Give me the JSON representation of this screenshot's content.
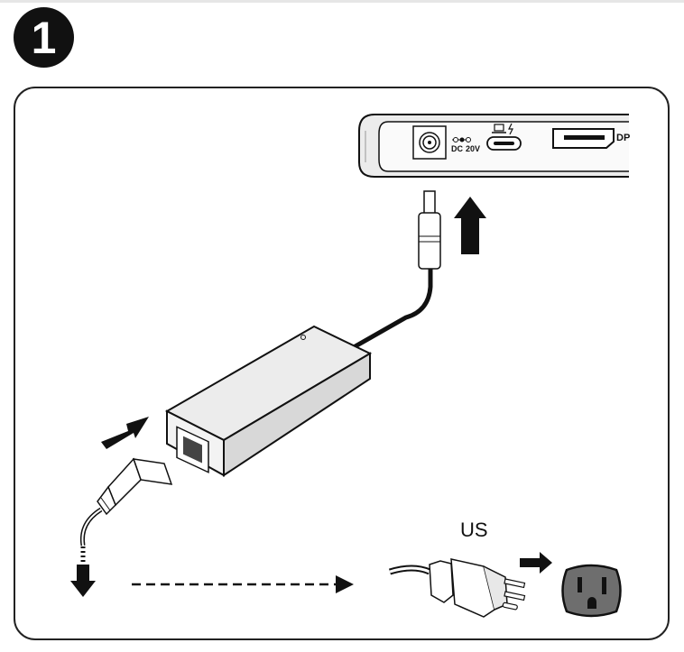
{
  "step": {
    "number": "1"
  },
  "dock_ports": {
    "dc_label": "DC",
    "voltage_label": "20V",
    "displayport_label": "DP"
  },
  "region": {
    "label": "US"
  },
  "icons": [
    "dc-power-port-icon",
    "laptop-charge-icon",
    "usb-c-port-icon",
    "displayport-icon",
    "arrow-up-icon",
    "arrow-right-icon",
    "arrow-down-icon",
    "us-outlet-icon",
    "us-plug-icon",
    "power-brick-icon"
  ],
  "colors": {
    "ink": "#111111",
    "outlet_face": "#6e6e6e",
    "device_fill": "#ececec"
  }
}
